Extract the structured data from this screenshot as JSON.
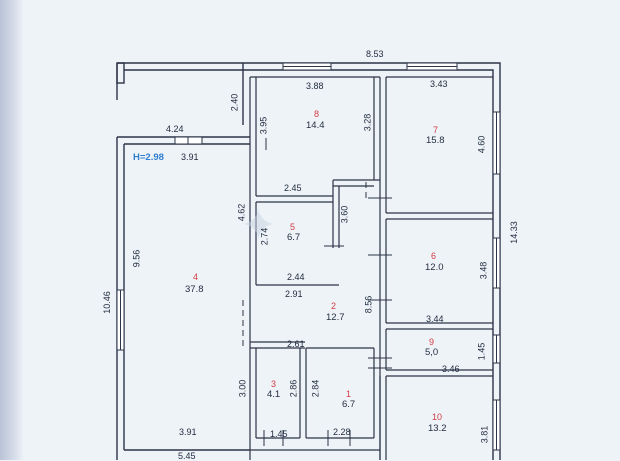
{
  "height_mark": "H=2.98",
  "dimensions": {
    "top_total": "8.53",
    "top_left_vertical": "2.40",
    "overall_height": "10.46",
    "right_total": "14.33",
    "left_wall_top": "4.24",
    "left_window": "3.91",
    "room4_inner_height": "9.56",
    "room4_partition": "4.62",
    "room8_top": "3.88",
    "room8_left": "3.95",
    "room8_right": "3.28",
    "room8_bottom": "2.45",
    "room7_top": "3.43",
    "room7_right": "4.60",
    "room5_left": "2.74",
    "room5_right": "3.60",
    "room5_bottom": "2.44",
    "corridor_top": "2.91",
    "corridor_right": "8.56",
    "room6_right": "3.48",
    "room6_bottom": "3.44",
    "room9_right": "1.45",
    "room9_bottom": "3.46",
    "room3_top": "2.61",
    "room3_left": "3.00",
    "room3_right": "2.86",
    "room1_left": "2.84",
    "room4_bottom": "3.91",
    "room3_bottom": "1.45",
    "room1_bottom": "2.28",
    "room10_right": "3.81",
    "bottom_partial": "5.45"
  },
  "rooms": [
    {
      "number": "1",
      "area": "6.7"
    },
    {
      "number": "2",
      "area": "12.7"
    },
    {
      "number": "3",
      "area": "4.1"
    },
    {
      "number": "4",
      "area": "37.8"
    },
    {
      "number": "5",
      "area": "6.7"
    },
    {
      "number": "6",
      "area": "12.0"
    },
    {
      "number": "7",
      "area": "15.8"
    },
    {
      "number": "8",
      "area": "14.4"
    },
    {
      "number": "9",
      "area": "5,0"
    },
    {
      "number": "10",
      "area": "13.2"
    }
  ]
}
